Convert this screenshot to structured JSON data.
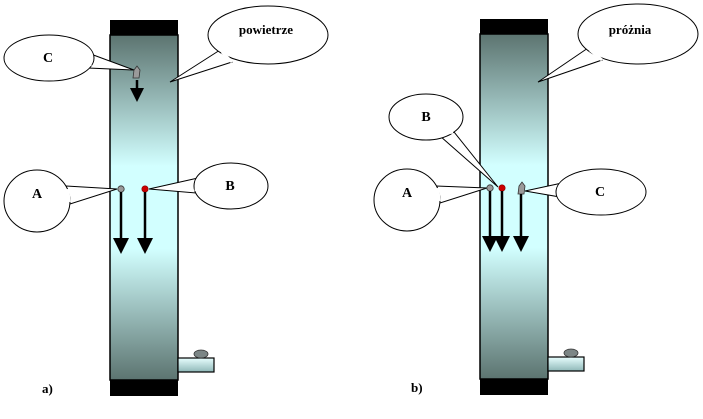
{
  "panel_a": {
    "caption": "a)",
    "callouts": {
      "air": "powietrze",
      "C": "C",
      "A": "A",
      "B": "B"
    }
  },
  "panel_b": {
    "caption": "b)",
    "callouts": {
      "vacuum": "próżnia",
      "B": "B",
      "A": "A",
      "C": "C"
    }
  },
  "colors": {
    "tube_dark": "#5c7470",
    "tube_light": "#d2ffff",
    "cap": "#000000",
    "ball_B": "#cc0000",
    "ball_A": "#9a9a9a",
    "feather": "#9a9a9a"
  }
}
